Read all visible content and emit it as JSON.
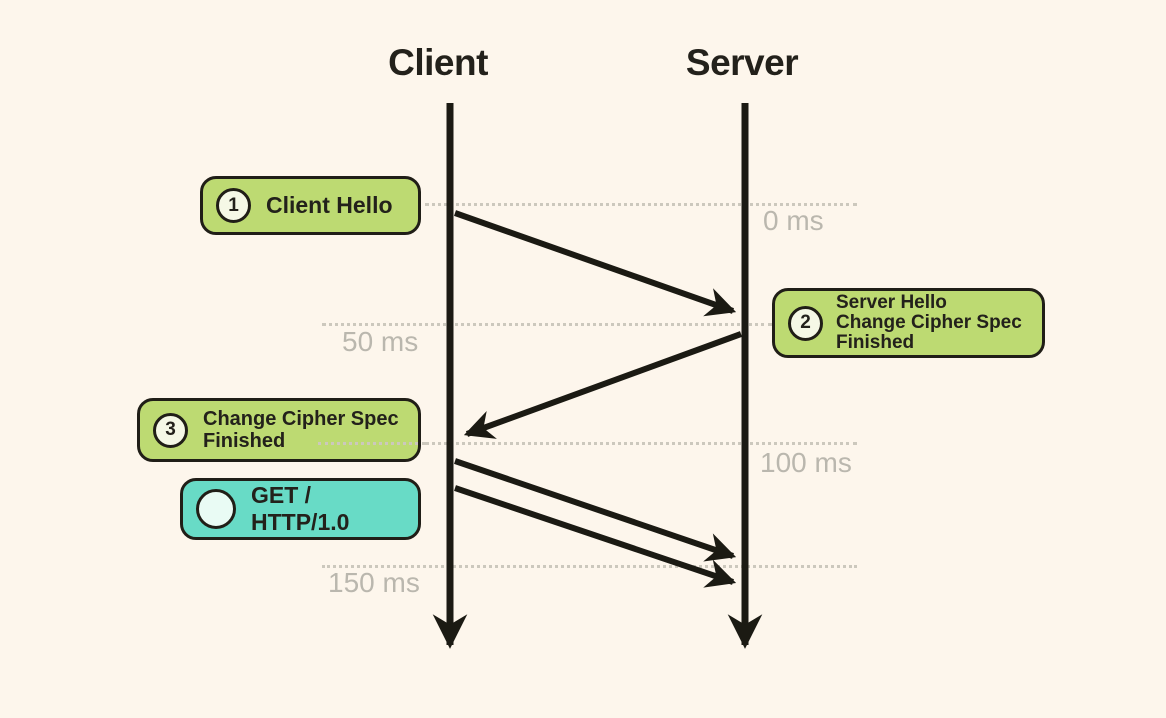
{
  "actors": [
    {
      "name": "Client"
    },
    {
      "name": "Server"
    }
  ],
  "time_markers": [
    {
      "label": "0 ms"
    },
    {
      "label": "50 ms"
    },
    {
      "label": "100 ms"
    },
    {
      "label": "150 ms"
    }
  ],
  "steps": [
    {
      "number": "1",
      "lines": [
        "Client Hello"
      ]
    },
    {
      "number": "2",
      "lines": [
        "Server Hello",
        "Change Cipher Spec",
        "Finished"
      ]
    },
    {
      "number": "3",
      "lines": [
        "Change Cipher Spec",
        "Finished"
      ]
    },
    {
      "number": "",
      "lines": [
        "GET / HTTP/1.0"
      ]
    }
  ],
  "messages": [
    {
      "from": "Client",
      "to": "Server"
    },
    {
      "from": "Server",
      "to": "Client"
    },
    {
      "from": "Client",
      "to": "Server"
    },
    {
      "from": "Client",
      "to": "Server"
    }
  ],
  "colors": {
    "background": "#fdf6ec",
    "badge_green": "#bdda72",
    "badge_teal": "#68dbc6",
    "ink": "#23211b",
    "muted_label": "#bab7ae",
    "dotted_line": "#ccc8bd"
  }
}
